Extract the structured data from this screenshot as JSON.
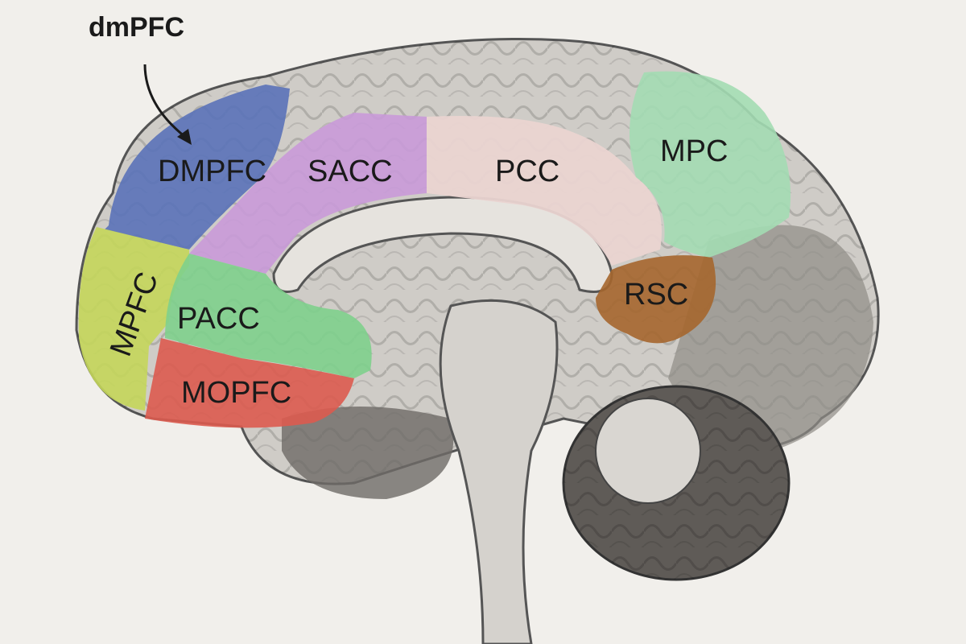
{
  "annotation": {
    "label": "dmPFC"
  },
  "regions": {
    "dmpfc": {
      "label": "DMPFC",
      "color": "#5a72b8"
    },
    "sacc": {
      "label": "SACC",
      "color": "#c99ad8"
    },
    "pcc": {
      "label": "PCC",
      "color": "#ead4d1"
    },
    "mpc": {
      "label": "MPC",
      "color": "#a3dbb3"
    },
    "mpfc": {
      "label": "MPFC",
      "color": "#c4d65a"
    },
    "pacc": {
      "label": "PACC",
      "color": "#7ed08c"
    },
    "mopfc": {
      "label": "MOPFC",
      "color": "#dc5b4f"
    },
    "rsc": {
      "label": "RSC",
      "color": "#a5662e"
    }
  }
}
